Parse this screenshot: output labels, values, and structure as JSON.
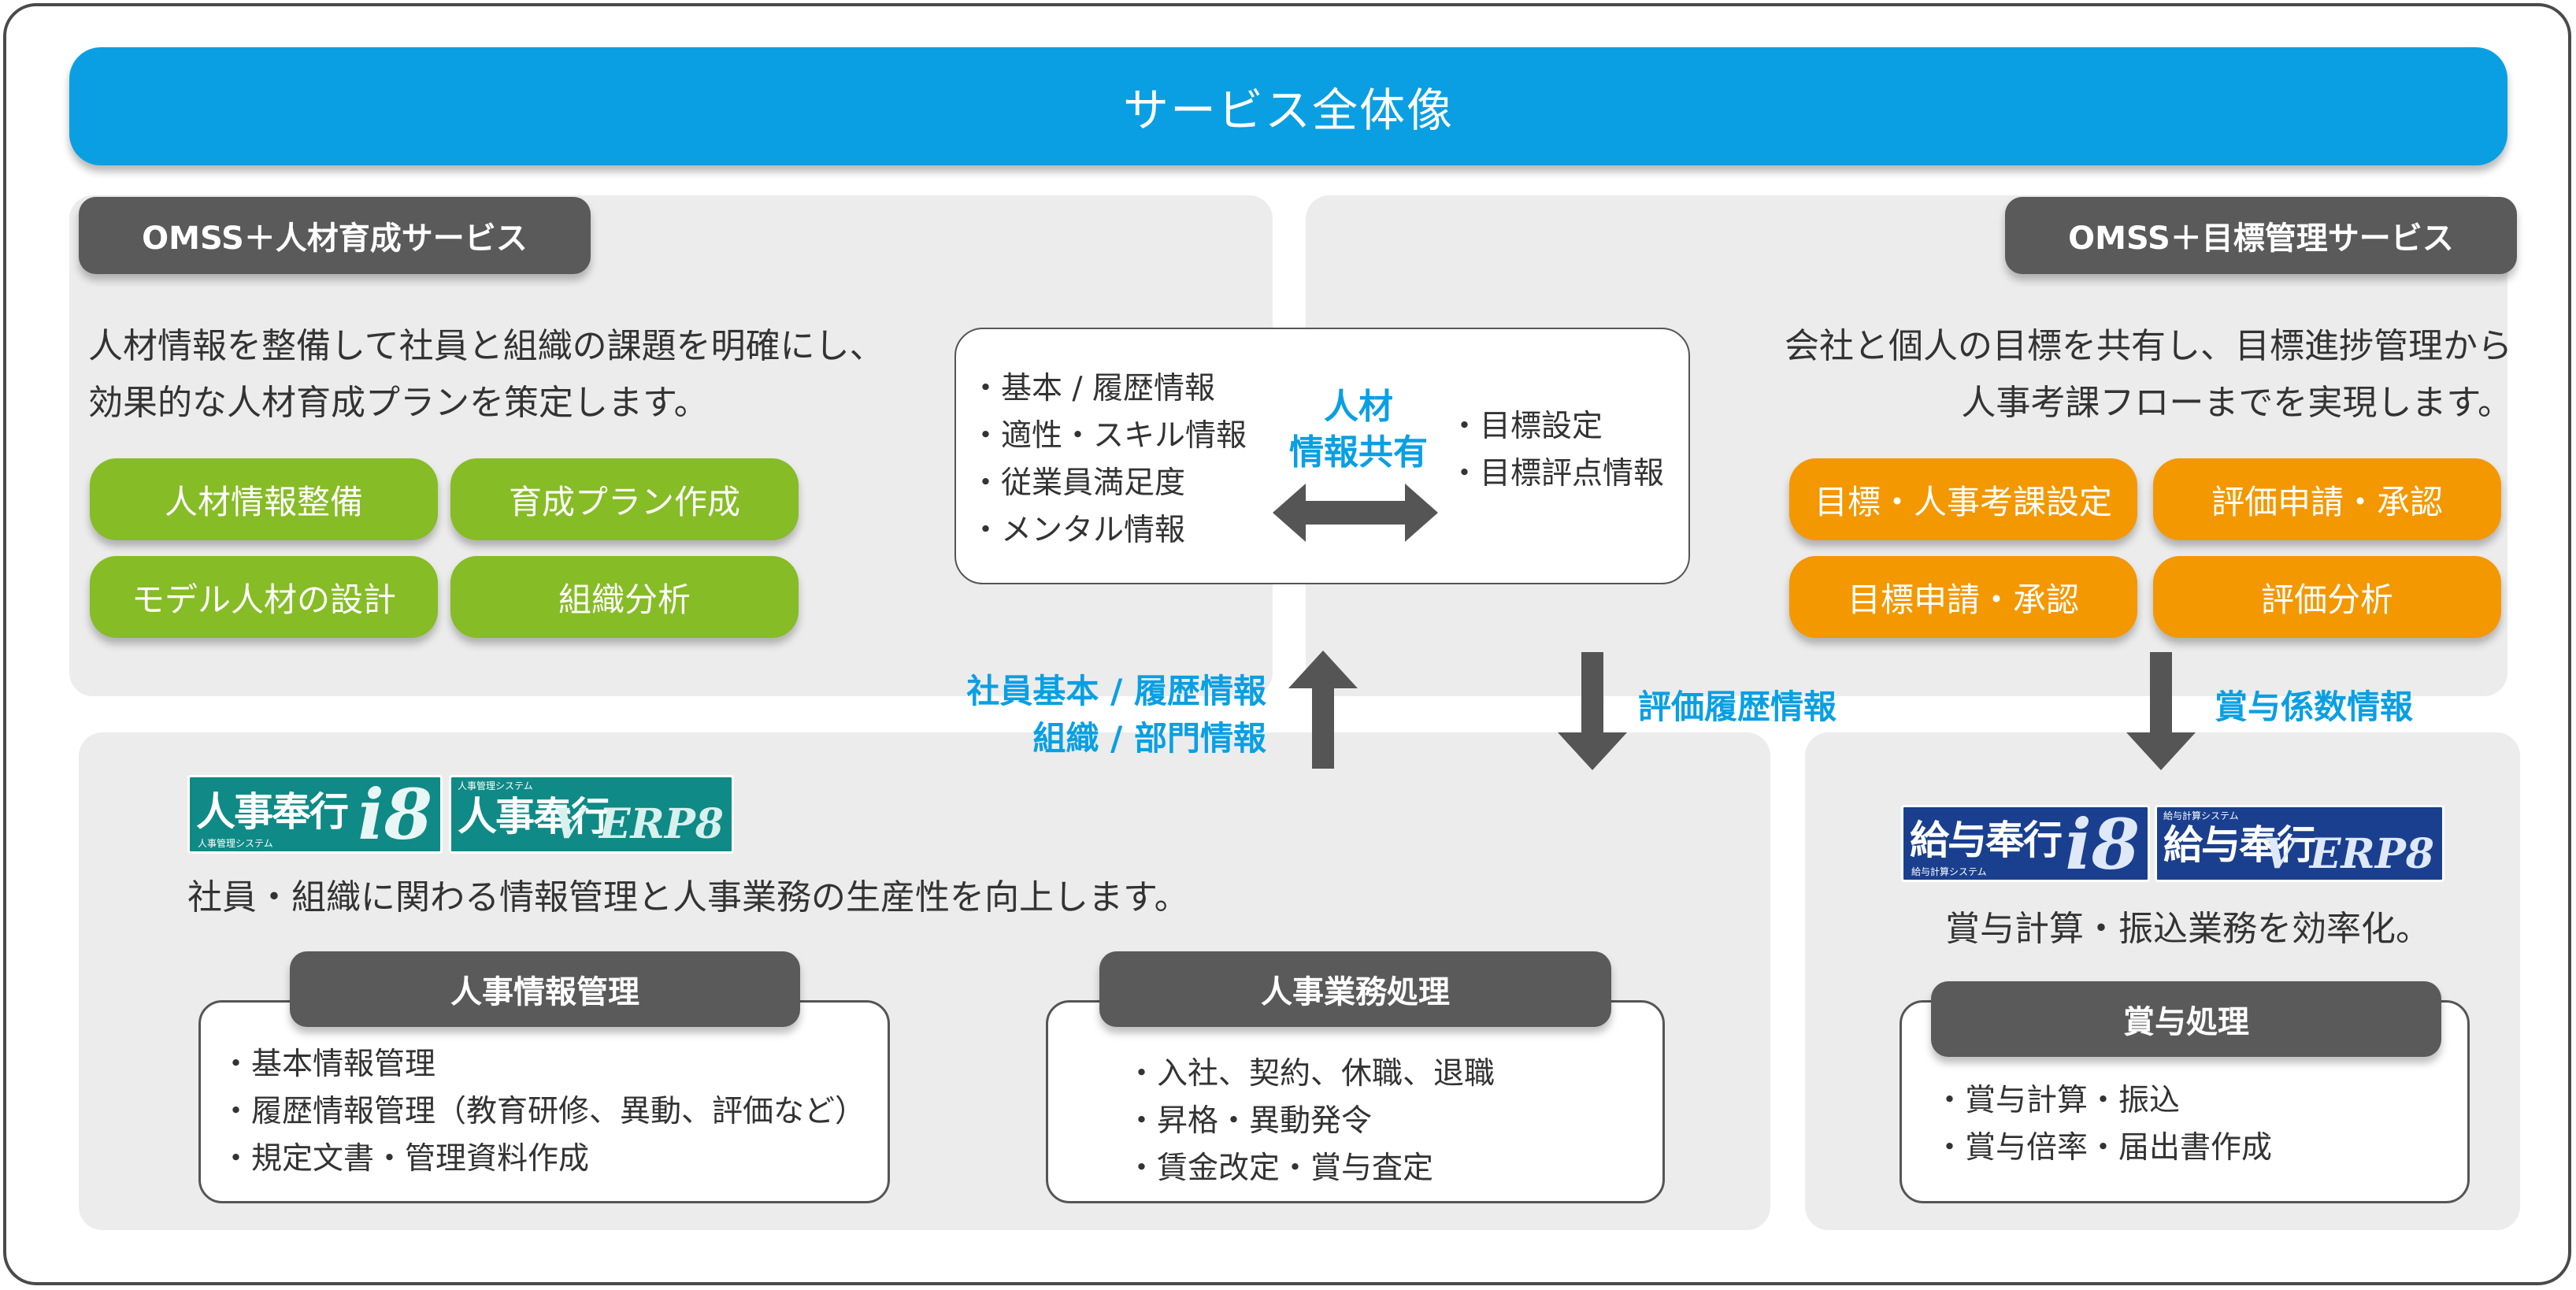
{
  "title": "サービス全体像",
  "hr_dev": {
    "tag": "OMSS＋人材育成サービス",
    "desc": [
      "人材情報を整備して社員と組織の課題を明確にし、",
      "効果的な人材育成プランを策定します。"
    ],
    "pills": [
      "人材情報整備",
      "育成プラン作成",
      "モデル人材の設計",
      "組織分析"
    ]
  },
  "goal_mgmt": {
    "tag": "OMSS＋目標管理サービス",
    "desc": [
      "会社と個人の目標を共有し、目標進捗管理から",
      "人事考課フローまでを実現します。"
    ],
    "pills": [
      "目標・人事考課設定",
      "評価申請・承認",
      "目標申請・承認",
      "評価分析"
    ]
  },
  "share": {
    "left_items": [
      "基本 / 履歴情報",
      "適性・スキル情報",
      "従業員満足度",
      "メンタル情報"
    ],
    "center_label": [
      "人材",
      "情報共有"
    ],
    "right_items": [
      "目標設定",
      "目標評点情報"
    ]
  },
  "flows": {
    "up_label": [
      "社員基本 / 履歴情報",
      "組織 / 部門情報"
    ],
    "down_label": "評価履歴情報",
    "bonus_label": "賞与係数情報"
  },
  "jinji": {
    "logo1": {
      "main": "人事奉行",
      "sub": "人事管理システム",
      "mark": "i8"
    },
    "logo2": {
      "top": "人事管理システム",
      "main": "人事奉行",
      "mark": "V ERP8"
    },
    "desc": "社員・組織に関わる情報管理と人事業務の生産性を向上します。",
    "box1": {
      "tag": "人事情報管理",
      "items": [
        "基本情報管理",
        "履歴情報管理（教育研修、異動、評価など）",
        "規定文書・管理資料作成"
      ]
    },
    "box2": {
      "tag": "人事業務処理",
      "items": [
        "入社、契約、休職、退職",
        "昇格・異動発令",
        "賃金改定・賞与査定"
      ]
    }
  },
  "kyuyo": {
    "logo1": {
      "main": "給与奉行",
      "sub": "給与計算システム",
      "mark": "i8"
    },
    "logo2": {
      "top": "給与計算システム",
      "main": "給与奉行",
      "mark": "V ERP8"
    },
    "desc": "賞与計算・振込業務を効率化。",
    "box": {
      "tag": "賞与処理",
      "items": [
        "賞与計算・振込",
        "賞与倍率・届出書作成"
      ]
    }
  },
  "colors": {
    "blue": "#0a9fe3",
    "green": "#86bc25",
    "orange": "#f39800",
    "dark": "#5a5a5a",
    "teal": "#0f8a86",
    "navy": "#1a3f8e"
  }
}
